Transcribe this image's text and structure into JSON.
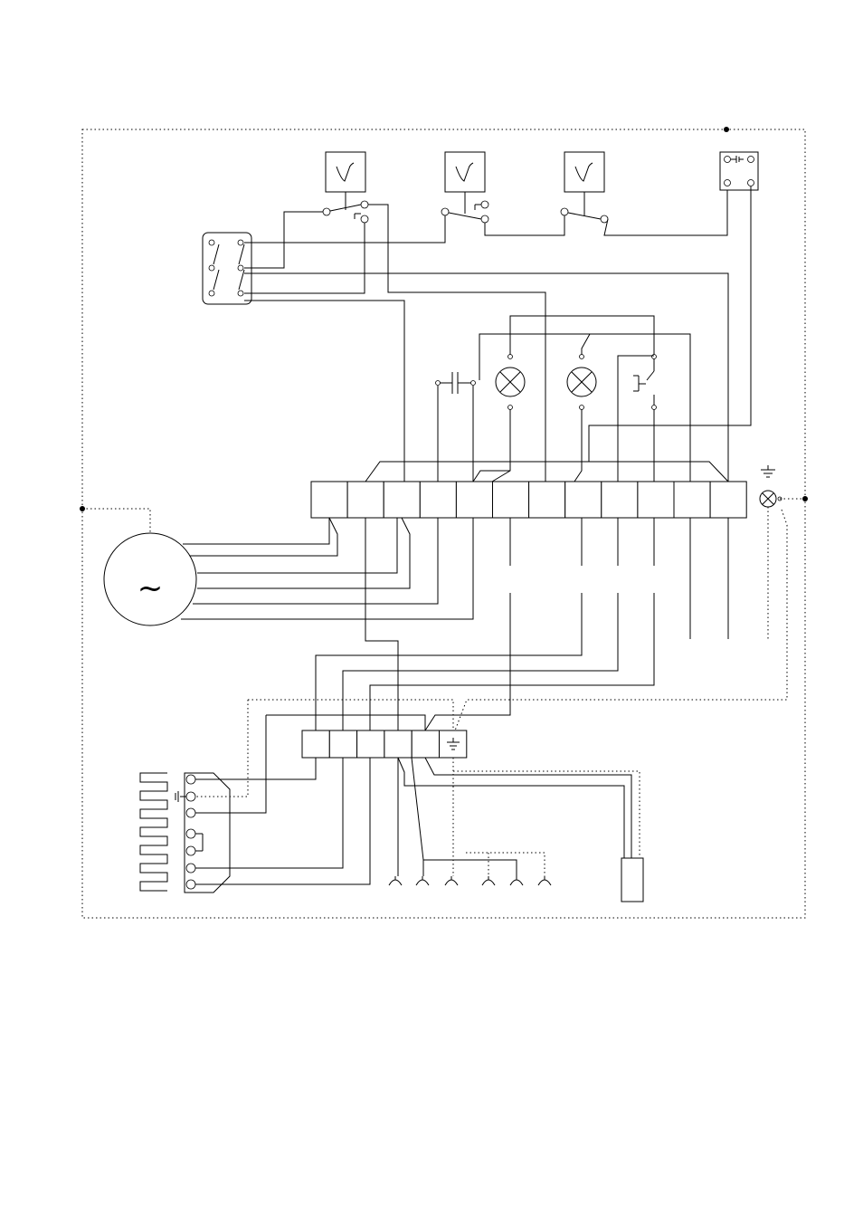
{
  "diagram": {
    "type": "wiring-schematic",
    "line_color": "#000000",
    "background": "#ffffff",
    "generator_symbol": "~",
    "icons": [
      "thermostat-icon",
      "thermostat-icon",
      "thermostat-icon",
      "pressure-switch-icon",
      "changeover-switch-icon",
      "capacitor-icon",
      "lamp-icon",
      "lamp-icon",
      "push-button-icon",
      "earth-icon",
      "indicator-lamp-icon",
      "heating-element-icon",
      "sensor-icon"
    ],
    "main_terminal_count": 12,
    "lower_terminal_count": 6
  }
}
